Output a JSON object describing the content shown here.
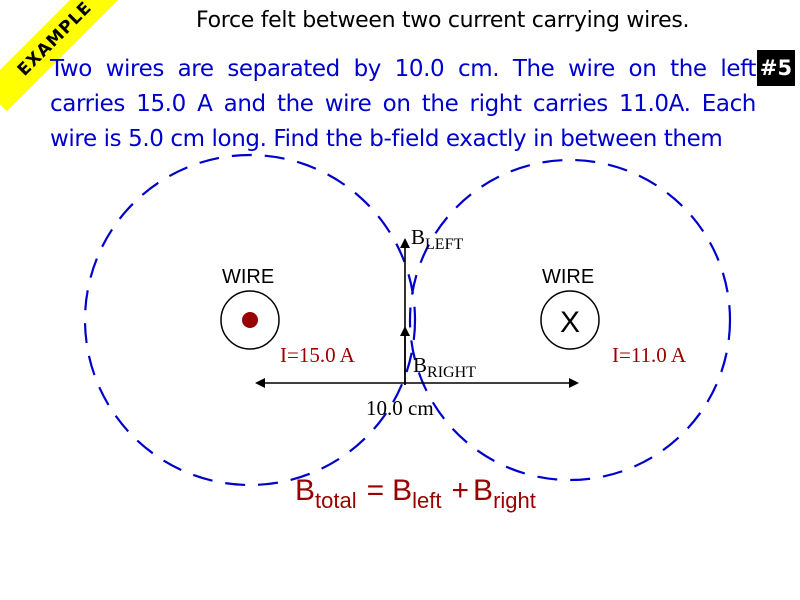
{
  "banner": {
    "text": "EXAMPLE",
    "color": "#ffff00"
  },
  "title": "Force felt between two current carrying wires.",
  "badge": "#5",
  "problem": "Two wires are separated by 10.0 cm. The wire on the left carries 15.0 A and the wire on the right carries 11.0A. Each wire is 5.0 cm long. Find the b-field exactly in between them",
  "diagram": {
    "left_wire": {
      "label": "WIRE",
      "current": "I=15.0 A",
      "symbol": "dot"
    },
    "right_wire": {
      "label": "WIRE",
      "current": "I=11.0 A",
      "symbol": "X"
    },
    "b_left": {
      "main": "B",
      "sub": "LEFT"
    },
    "b_right": {
      "main": "B",
      "sub": "RIGHT"
    },
    "distance": "10.0 cm",
    "field_line_color": "#0000cc",
    "current_color": "#990000"
  },
  "equation": {
    "lhs_main": "B",
    "lhs_sub": "total",
    "equals": "=",
    "t1_main": "B",
    "t1_sub": "left",
    "plus": "+",
    "t2_main": "B",
    "t2_sub": "right"
  }
}
